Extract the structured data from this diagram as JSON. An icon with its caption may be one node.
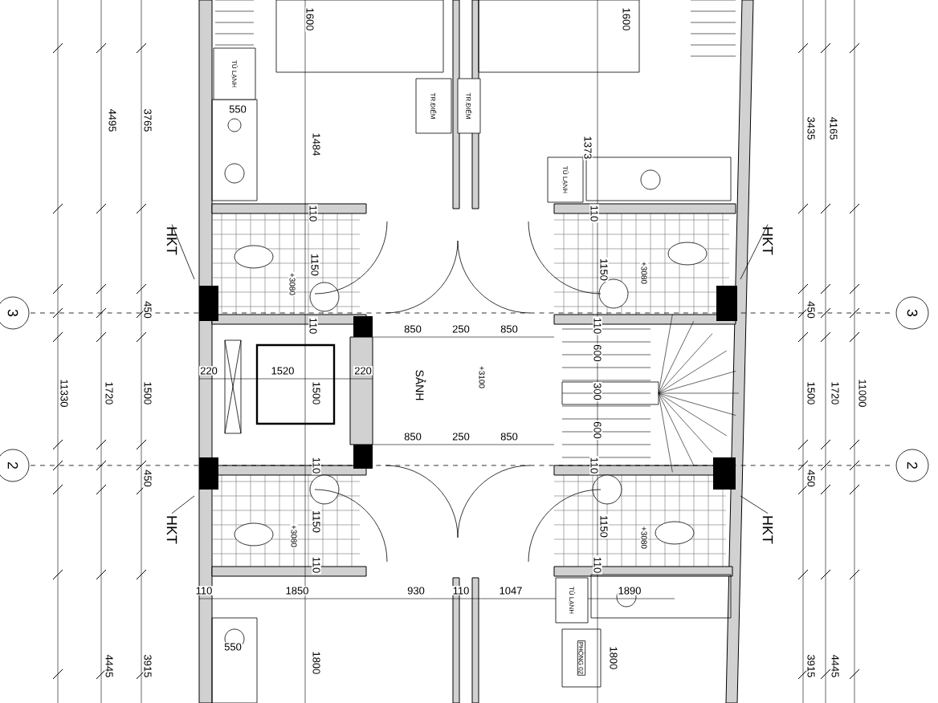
{
  "diagram": {
    "nodes": [
      {
        "text": [
          "3"
        ]
      },
      {
        "text": [
          "3"
        ]
      },
      {
        "text": [
          "2"
        ]
      },
      {
        "text": [
          "2"
        ]
      },
      {
        "text": [
          "HKT"
        ]
      },
      {
        "text": [
          "HKT"
        ]
      },
      {
        "text": [
          "HKT"
        ]
      },
      {
        "text": [
          "HKT"
        ]
      },
      {
        "text": [
          "TỦ LẠNH"
        ]
      },
      {
        "text": [
          "TR.ĐIỂM"
        ]
      },
      {
        "text": [
          "TR.ĐIỂM"
        ]
      },
      {
        "text": [
          "TỦ LẠNH"
        ]
      },
      {
        "text": [
          "TỦ LẠNH"
        ]
      }
    ],
    "edges": [
      {
        "from": 4,
        "to": null,
        "arrow": "none"
      },
      {
        "from": 5,
        "to": null,
        "arrow": "none"
      },
      {
        "from": 6,
        "to": null,
        "arrow": "none"
      },
      {
        "from": 7,
        "to": null,
        "arrow": "none"
      }
    ],
    "labels": [
      "1600",
      "1600",
      "4495",
      "3765",
      "550",
      "1484",
      "1373",
      "3435",
      "4165",
      "110",
      "110",
      "1150",
      "+3080",
      "1150",
      "+3080",
      "450",
      "110",
      "110",
      "450",
      "850",
      "250",
      "850",
      "600",
      "220",
      "1520",
      "1500",
      "220",
      "SẢNH",
      "+3100",
      "300",
      "11330",
      "1720",
      "1500",
      "1500",
      "1720",
      "11000",
      "850",
      "250",
      "850",
      "600",
      "110",
      "110",
      "450",
      "450",
      "1150",
      "+3080",
      "+3080",
      "1150",
      "110",
      "110",
      "110",
      "1850",
      "930",
      "110",
      "1047",
      "1890",
      "4445",
      "3915",
      "550",
      "1800",
      "PHÒNG 02",
      "1800",
      "3915",
      "4445"
    ]
  }
}
